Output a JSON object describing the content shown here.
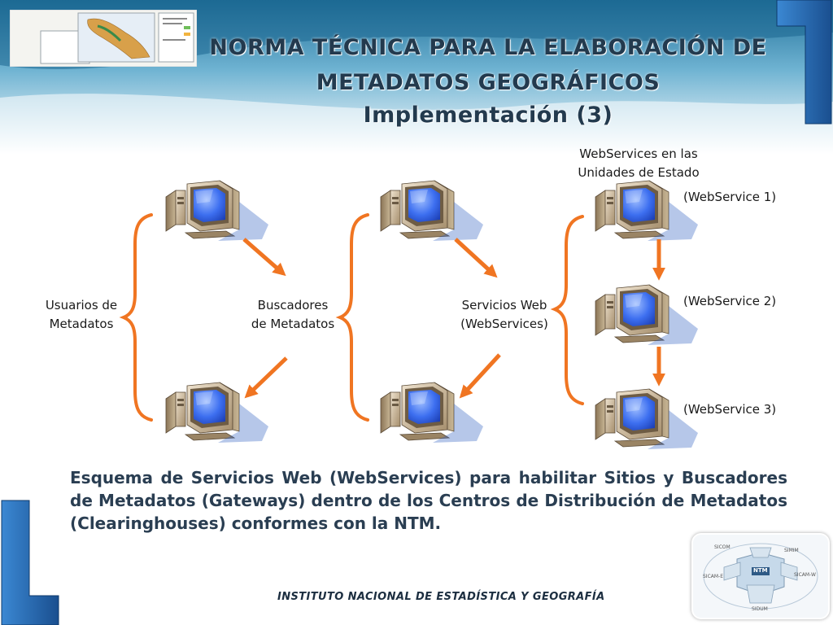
{
  "slide": {
    "title_line1": "NORMA TÉCNICA PARA LA ELABORACIÓN DE",
    "title_line2": "METADATOS GEOGRÁFICOS",
    "title_line3": "Implementación (3)"
  },
  "diagram": {
    "users_label_l1": "Usuarios de",
    "users_label_l2": "Metadatos",
    "search_label_l1": "Buscadores",
    "search_label_l2": "de Metadatos",
    "services_label_l1": "Servicios Web",
    "services_label_l2": "(WebServices)",
    "units_label_l1": "WebServices en las",
    "units_label_l2": "Unidades de Estado",
    "webservice_1": "(WebService 1)",
    "webservice_2": "(WebService 2)",
    "webservice_3": "(WebService 3)"
  },
  "caption": "Esquema de Servicios Web (WebServices) para habilitar Sitios y Buscadores de Metadatos (Gateways) dentro de los Centros de Distribución de Metadatos (Clearinghouses) conformes con la NTM.",
  "footer": "INSTITUTO NACIONAL  DE ESTADÍSTICA Y GEOGRAFÍA",
  "logo": {
    "center": "NTM",
    "labels": [
      "SICOM",
      "SIMIM",
      "SICAM-E",
      "SICAM-W",
      "SIDUM"
    ]
  },
  "colors": {
    "arrow": "#f07522",
    "title": "#233a4e",
    "accent_blue": "#1f5f9e",
    "screen_blue": "#3d6ff0"
  },
  "icons": [
    "desktop-computer-icon"
  ]
}
